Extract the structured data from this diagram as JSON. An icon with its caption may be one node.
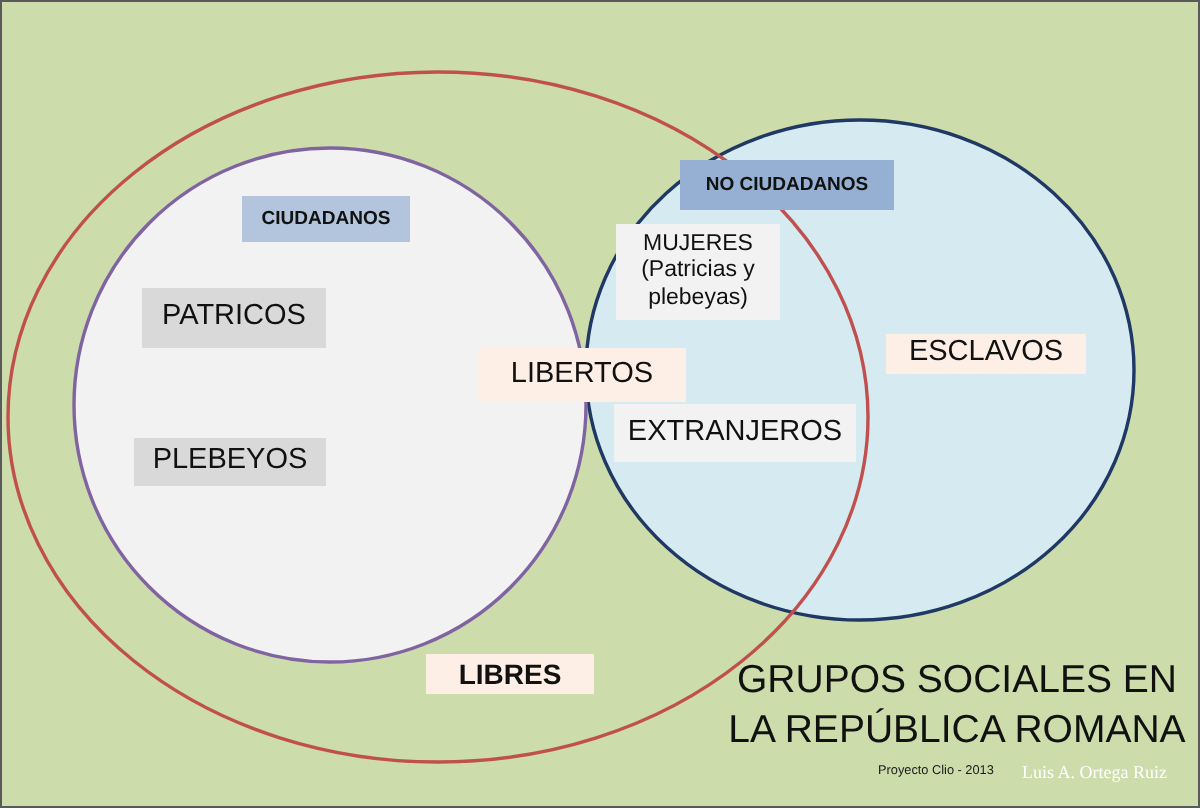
{
  "diagram": {
    "title": "GRUPOS SOCIALES EN LA REPÚBLICA ROMANA",
    "nodes": [
      {
        "text": [
          "LIBRES"
        ]
      },
      {
        "text": [
          "CIUDADANOS"
        ],
        "in": 0
      },
      {
        "text": [
          "NO CIUDADANOS"
        ]
      },
      {
        "text": [
          "PATRICOS"
        ],
        "in": 1
      },
      {
        "text": [
          "PLEBEYOS"
        ],
        "in": 1
      },
      {
        "text": [
          "MUJERES (Patricias y plebeyas)"
        ]
      },
      {
        "text": [
          "LIBERTOS"
        ],
        "in": 0
      },
      {
        "text": [
          "EXTRANJEROS"
        ]
      },
      {
        "text": [
          "ESCLAVOS"
        ],
        "in": 2
      }
    ],
    "labels": [
      "Proyecto Clio - 2013",
      "Luis A. Ortega Ruiz"
    ]
  }
}
